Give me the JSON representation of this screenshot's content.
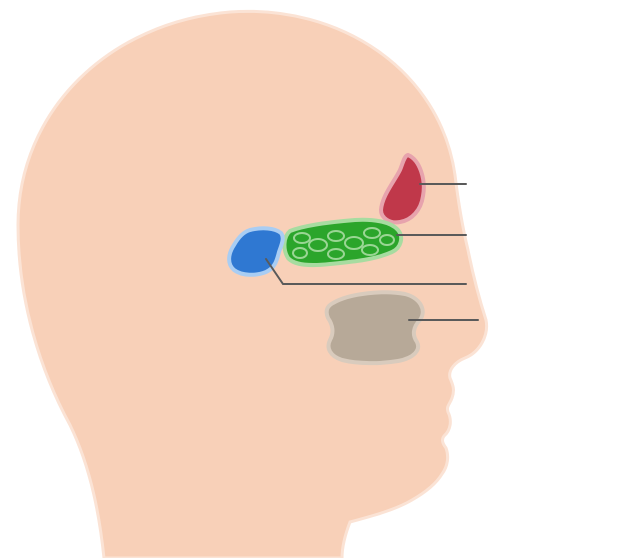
{
  "diagram": {
    "type": "anatomical-diagram",
    "subject": "head-profile-paranasal-sinuses",
    "colors": {
      "background": "#ffffff",
      "skin": "#f8d0b8",
      "skin_edge": "#fbe3d5",
      "frontal_sinus": "#c0384a",
      "frontal_sinus_edge": "#e7a3ad",
      "ethmoid_sinus": "#2ba52b",
      "ethmoid_sinus_edge": "#a7dca0",
      "sphenoid_sinus": "#2f78d2",
      "sphenoid_sinus_edge": "#a9cdf3",
      "maxillary_sinus": "#b7a998",
      "maxillary_sinus_edge": "#d9cbbd",
      "leader_line": "#5a5a5a"
    },
    "structures": [
      {
        "id": "frontal",
        "name": "frontal-sinus"
      },
      {
        "id": "ethmoid",
        "name": "ethmoid-sinus"
      },
      {
        "id": "sphenoid",
        "name": "sphenoid-sinus"
      },
      {
        "id": "maxillary",
        "name": "maxillary-sinus"
      }
    ],
    "labels": []
  }
}
